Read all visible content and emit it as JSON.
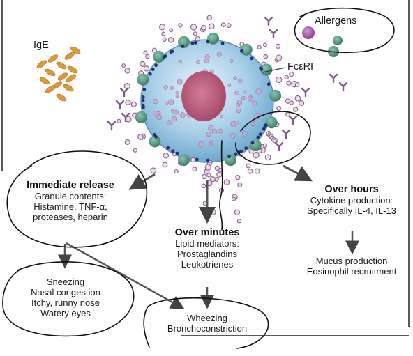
{
  "labels": {
    "ige": "IgE",
    "allergens": "Allergens",
    "fceri": "FcεRI",
    "immediate": {
      "title": "Immediate release",
      "lines": [
        "Granule contents:",
        "Histamine, TNF-α,",
        "proteases, heparin"
      ]
    },
    "minutes": {
      "title": "Over minutes",
      "lines": [
        "Lipid mediators:",
        "Prostaglandins",
        "Leukotrienes"
      ]
    },
    "hours": {
      "title": "Over hours",
      "lines": [
        "Cytokine production:",
        "Specifically IL-4, IL-13"
      ]
    },
    "symptoms_immediate": [
      "Sneezing",
      "Nasal congestion",
      "Itchy, runny nose",
      "Watery eyes"
    ],
    "symptoms_minutes": [
      "Wheezing",
      "Bronchoconstriction"
    ],
    "symptoms_hours": [
      "Mucus production",
      "Eosinophil recruitment"
    ]
  },
  "colors": {
    "cell_body": "#a9cfe8",
    "nucleus": "#b85a78",
    "granule": "#8e5f8c",
    "receptor": "#4e8e7a",
    "ige": "#d99a3c",
    "arrow": "#555555",
    "ink": "#111111"
  }
}
